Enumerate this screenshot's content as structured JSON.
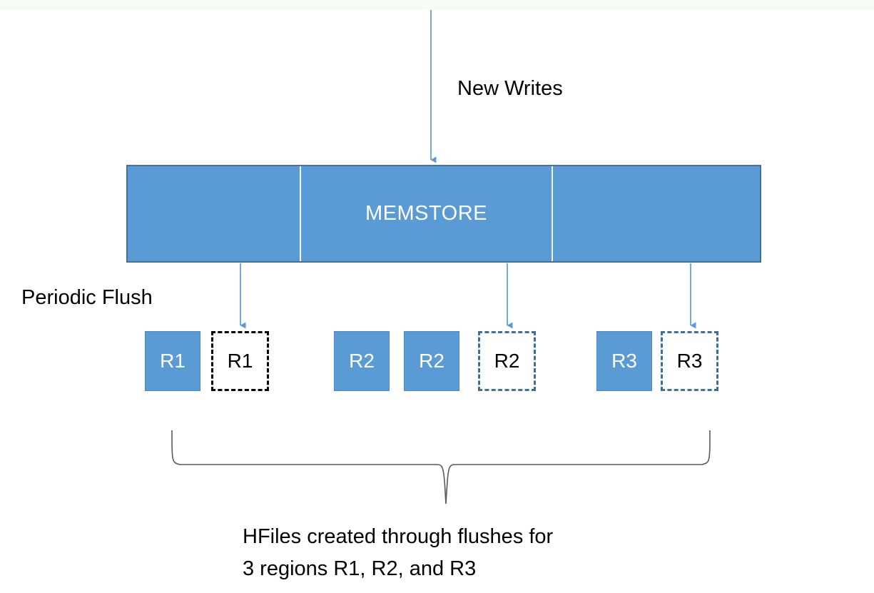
{
  "diagram": {
    "title_label": "New Writes",
    "flush_label": "Periodic Flush",
    "memstore_label": "MEMSTORE",
    "caption_line_1": "HFiles created through flushes for",
    "caption_line_2": "3 regions R1, R2, and R3",
    "colors": {
      "fill_blue": "#5B9BD5",
      "border_blue": "#41719C",
      "arrow_blue": "#5B9BD5",
      "dashed_dark": "#000000",
      "dashed_blue": "#3F6F92",
      "brace_gray": "#595959",
      "text_black": "#000000",
      "text_white": "#FFFFFF",
      "top_tint": "#F6FCF3"
    },
    "memstore": {
      "segments": [
        "",
        "MEMSTORE",
        ""
      ]
    },
    "regions": [
      {
        "name": "R1",
        "hfiles": [
          {
            "label": "R1",
            "style": "solid"
          },
          {
            "label": "R1",
            "style": "dashed-dark"
          }
        ]
      },
      {
        "name": "R2",
        "hfiles": [
          {
            "label": "R2",
            "style": "solid"
          },
          {
            "label": "R2",
            "style": "solid"
          },
          {
            "label": "R2",
            "style": "dashed-blue"
          }
        ]
      },
      {
        "name": "R3",
        "hfiles": [
          {
            "label": "R3",
            "style": "solid"
          },
          {
            "label": "R3",
            "style": "dashed-blue"
          }
        ]
      }
    ],
    "boxes": {
      "r1_solid": "R1",
      "r1_dashed": "R1",
      "r2_solid_a": "R2",
      "r2_solid_b": "R2",
      "r2_dashed": "R2",
      "r3_solid": "R3",
      "r3_dashed": "R3"
    }
  }
}
